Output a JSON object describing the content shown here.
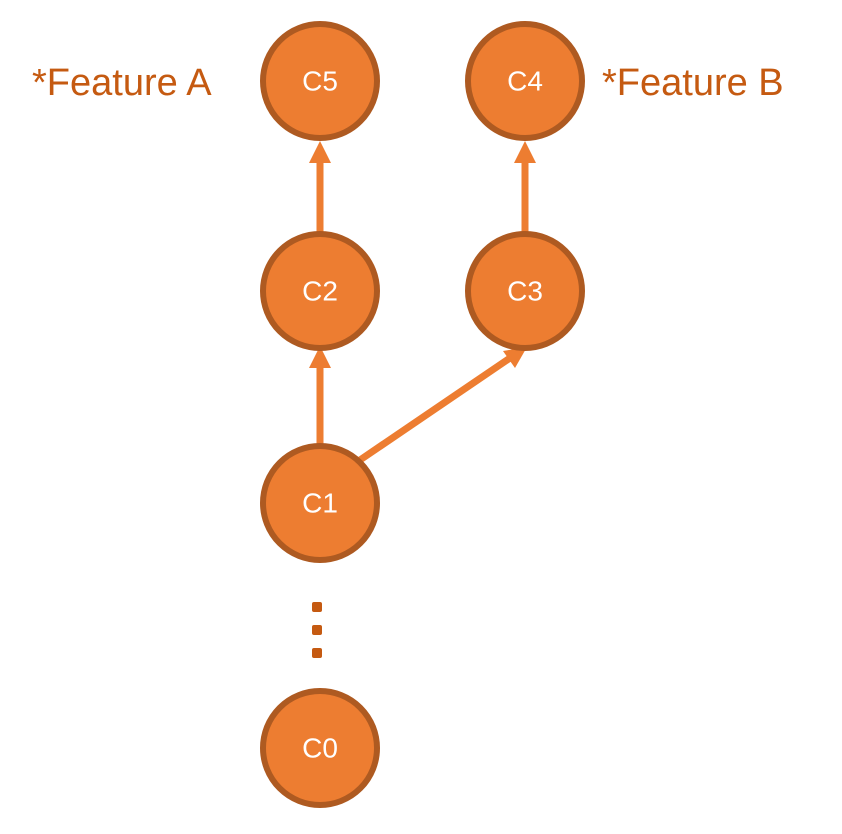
{
  "diagram": {
    "nodes": [
      {
        "id": "c5",
        "label": "C5"
      },
      {
        "id": "c4",
        "label": "C4"
      },
      {
        "id": "c2",
        "label": "C2"
      },
      {
        "id": "c3",
        "label": "C3"
      },
      {
        "id": "c1",
        "label": "C1"
      },
      {
        "id": "c0",
        "label": "C0"
      }
    ],
    "branches": {
      "feature_a": "*Feature A",
      "feature_b": "*Feature B"
    },
    "edges": [
      {
        "from": "c1",
        "to": "c2"
      },
      {
        "from": "c2",
        "to": "c5"
      },
      {
        "from": "c1",
        "to": "c3"
      },
      {
        "from": "c3",
        "to": "c4"
      }
    ],
    "colors": {
      "node_fill": "#ED7D31",
      "node_stroke": "#AE5A21",
      "edge": "#ED7D31",
      "label": "#C55A11"
    }
  }
}
